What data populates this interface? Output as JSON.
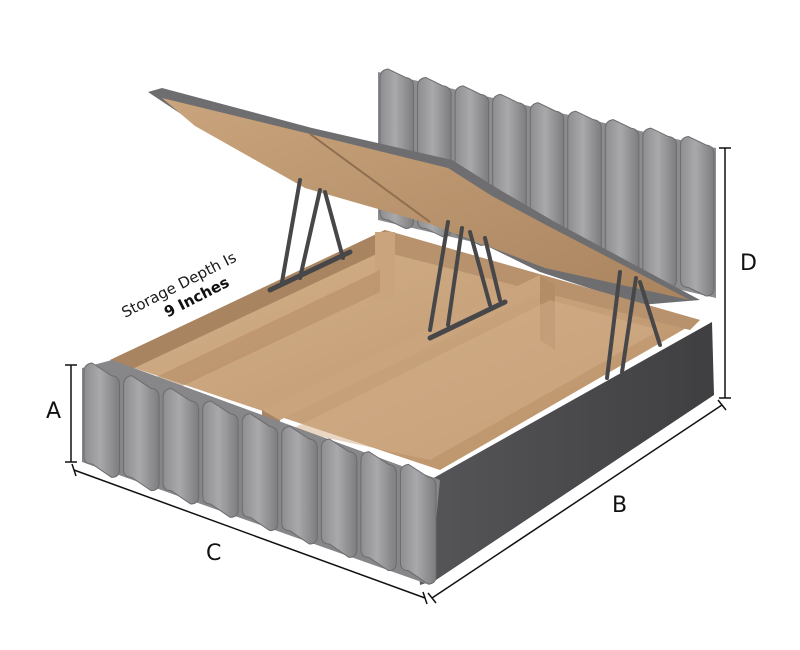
{
  "annotation": {
    "line1": "Storage Depth Is",
    "line2": "9 Inches"
  },
  "dimensions": {
    "a": "A",
    "b": "B",
    "c": "C",
    "d": "D"
  },
  "colors": {
    "fabric": "#9a9a9c",
    "fabric_dark": "#6f6f72",
    "fabric_light": "#b3b3b5",
    "base": "#4a4a4d",
    "wood": "#c6a07a",
    "wood_dark": "#a98460",
    "wood_light": "#d9b994",
    "metal": "#4b4b4e"
  }
}
